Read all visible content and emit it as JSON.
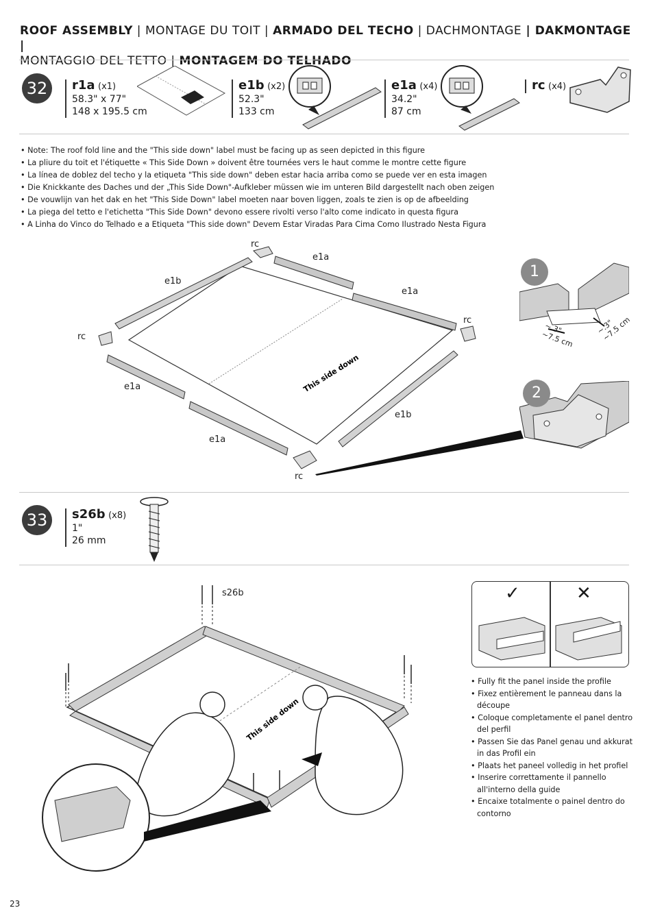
{
  "title": {
    "line1": [
      {
        "text": "ROOF ASSEMBLY",
        "bold": true
      },
      {
        "text": " | ",
        "bold": false
      },
      {
        "text": "MONTAGE DU TOIT",
        "bold": false
      },
      {
        "text": " | ",
        "bold": false
      },
      {
        "text": "ARMADO DEL TECHO",
        "bold": true
      },
      {
        "text": " | ",
        "bold": false
      },
      {
        "text": "DACHMONTAGE",
        "bold": false
      },
      {
        "text": " | ",
        "bold": true
      },
      {
        "text": "DAKMONTAGE",
        "bold": true
      },
      {
        "text": " |",
        "bold": true
      }
    ],
    "line2_a": "MONTAGGIO DEL TETTO",
    "line2_sep": " | ",
    "line2_b": "MONTAGEM DO TELHADO"
  },
  "step32": {
    "number": "32",
    "parts": [
      {
        "code": "r1a",
        "qty": "(x1)",
        "line1": "58.3\" x 77\"",
        "line2": "148 x 195.5 cm"
      },
      {
        "code": "e1b",
        "qty": "(x2)",
        "line1": "52.3\"",
        "line2": "133 cm"
      },
      {
        "code": "e1a",
        "qty": "(x4)",
        "line1": "34.2\"",
        "line2": "87 cm"
      },
      {
        "code": "rc",
        "qty": "(x4)",
        "line1": "",
        "line2": ""
      }
    ],
    "panel_label": "This side down",
    "notes": [
      "Note: The roof fold line and the \"This side down\" label must be facing up as seen depicted in this figure",
      "La pliure du toit et l'étiquette « This Side Down » doivent être tournées vers le haut comme le montre cette figure",
      "La línea de doblez del techo y la etiqueta \"This side down\" deben estar hacia arriba como se puede ver en esta imagen",
      "Die Knickkante des Daches und der „This Side Down\"-Aufkleber müssen wie im unteren Bild dargestellt nach oben zeigen",
      "De vouwlijn van het dak en het \"This Side Down\" label moeten naar boven liggen, zoals te zien is op de afbeelding",
      "La piega del tetto e l'etichetta \"This Side Down\" devono essere rivolti verso l'alto come indicato in questa figura",
      "A Linha do Vinco do Telhado e a Etiqueta \"This side down\" Devem Estar Viradas Para Cima Como Ilustrado Nesta Figura"
    ],
    "diagram_labels": {
      "rc": "rc",
      "e1a": "e1a",
      "e1b": "e1b",
      "detail1": "1",
      "detail2": "2",
      "gap_in": "~.3\"",
      "gap_cm": "~7.5 cm"
    }
  },
  "step33": {
    "number": "33",
    "part": {
      "code": "s26b",
      "qty": "(x8)",
      "line1": "1\"",
      "line2": "26 mm"
    },
    "screw_label": "s26b",
    "panel_label": "This side down",
    "check": "✓",
    "cross": "✕",
    "tips": [
      "Fully fit the panel inside the profile",
      "Fixez entièrement le panneau dans la découpe",
      "Coloque completamente el panel dentro del perfil",
      "Passen Sie das Panel genau und akkurat in das Profil ein",
      "Plaats het paneel volledig in het profiel",
      "Inserire correttamente il pannello all'interno della guide",
      "Encaixe totalmente o painel dentro do contorno"
    ]
  },
  "page_number": "23",
  "colors": {
    "text": "#1a1a1a",
    "circle": "#3c3c3c",
    "part_fill": "#c9c9c9",
    "rule": "#c8c8c8"
  }
}
